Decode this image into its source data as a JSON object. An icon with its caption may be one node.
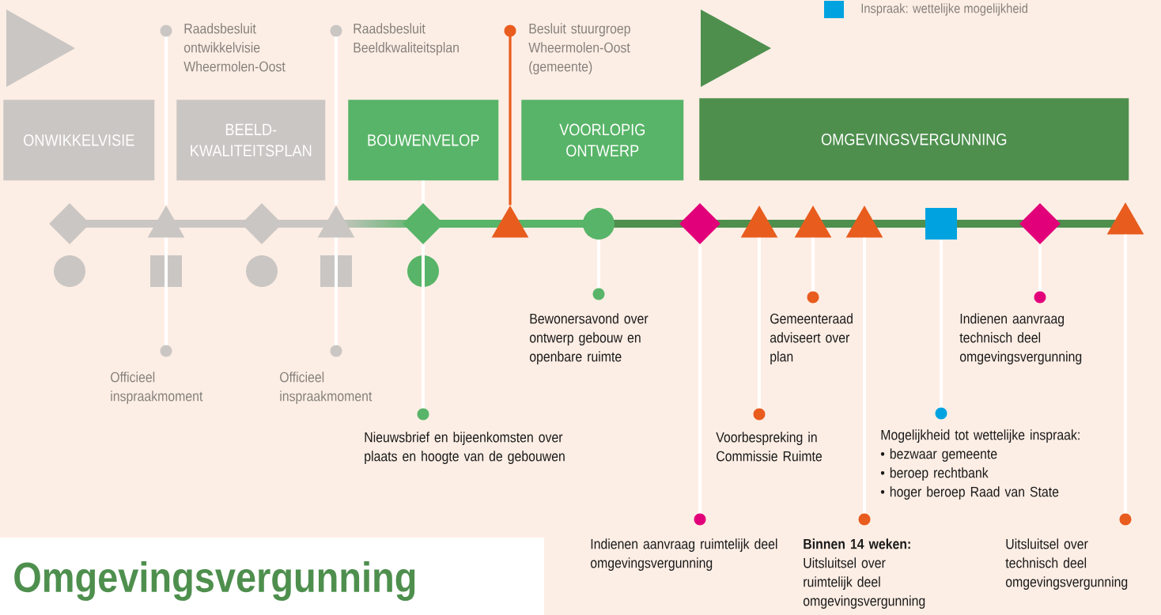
{
  "diagram": {
    "title": "Omgevingsvergunning",
    "nodes": [
      {
        "text": [
          "ONWIKKELVISIE"
        ]
      },
      {
        "text": [
          "BEELD- KWALITEITSPLAN"
        ]
      },
      {
        "text": [
          "BOUWENVELOP"
        ]
      },
      {
        "text": [
          "VOORLOPIG ONTWERP"
        ]
      },
      {
        "text": [
          "OMGEVINGSVERGUNNING"
        ]
      },
      {
        "text": [
          "Raadsbesluit ontwikkelvisie Wheermolen-Oost"
        ]
      },
      {
        "text": [
          "Raadsbesluit Beeldkwaliteitsplan"
        ]
      },
      {
        "text": [
          "Besluit stuurgroep Wheermolen-Oost (gemeente)"
        ]
      },
      {
        "text": [],
        "shape": "diamond"
      },
      {
        "text": [],
        "shape": "triangle"
      },
      {
        "text": [],
        "shape": "diamond"
      },
      {
        "text": [],
        "shape": "triangle"
      },
      {
        "text": [],
        "shape": "diamond"
      },
      {
        "text": [],
        "shape": "triangle"
      },
      {
        "text": [],
        "shape": "circle"
      },
      {
        "text": [],
        "shape": "diamond"
      },
      {
        "text": [],
        "shape": "triangle"
      },
      {
        "text": [],
        "shape": "triangle"
      },
      {
        "text": [],
        "shape": "triangle"
      },
      {
        "text": [],
        "shape": "box"
      },
      {
        "text": [],
        "shape": "diamond"
      },
      {
        "text": [],
        "shape": "triangle"
      },
      {
        "text": [
          "Officieel inspraakmoment"
        ]
      },
      {
        "text": [
          "Officieel inspraakmoment"
        ]
      },
      {
        "text": [
          "Nieuwsbrief en bijeenkomsten over plaats en hoogte van de gebouwen"
        ]
      },
      {
        "text": [
          "Bewonersavond over ontwerp gebouw en openbare ruimte"
        ]
      },
      {
        "text": [
          "Gemeenteraad adviseert over plan"
        ]
      },
      {
        "text": [
          "Indienen aanvraag technisch deel omgevingsvergunning"
        ]
      },
      {
        "text": [
          "Voorbespreking in Commissie Ruimte"
        ]
      },
      {
        "text": [
          "Mogelijkheid tot wettelijke inspraak:",
          "• bezwaar gemeente",
          "• beroep rechtbank",
          "• hoger beroep Raad van State"
        ]
      },
      {
        "text": [
          "Indienen aanvraag ruimtelijk deel omgevingsvergunning"
        ]
      },
      {
        "text": [
          "Binnen 14 weken:",
          "Uitsluitsel over ruimtelijk deel omgevingsvergunning"
        ]
      },
      {
        "text": [
          "Uitsluitsel over technisch deel omgevingsvergunning"
        ]
      }
    ],
    "edges": [
      {
        "from": 5,
        "to": 9,
        "arrow": "other"
      },
      {
        "from": 6,
        "to": 11,
        "arrow": "other"
      },
      {
        "from": 7,
        "to": 13,
        "arrow": "other",
        "color": "#e85c1e"
      },
      {
        "from": 2,
        "to": 12,
        "arrow": "none"
      },
      {
        "from": 22,
        "to": 9,
        "arrow": "other"
      },
      {
        "from": 23,
        "to": 11,
        "arrow": "other"
      },
      {
        "from": 24,
        "to": 12,
        "arrow": "other"
      },
      {
        "from": 25,
        "to": 14,
        "arrow": "other"
      },
      {
        "from": 26,
        "to": 17,
        "arrow": "other"
      },
      {
        "from": 27,
        "to": 20,
        "arrow": "other"
      },
      {
        "from": 28,
        "to": 16,
        "arrow": "other"
      },
      {
        "from": 29,
        "to": 19,
        "arrow": "other"
      },
      {
        "from": 30,
        "to": 15,
        "arrow": "other"
      },
      {
        "from": 31,
        "to": 18,
        "arrow": "other"
      },
      {
        "from": 32,
        "to": 21,
        "arrow": "other"
      }
    ],
    "legend": [
      {
        "text": "Inspraak: wettelijke mogelijkheid",
        "color": "#00a3e0"
      }
    ]
  }
}
